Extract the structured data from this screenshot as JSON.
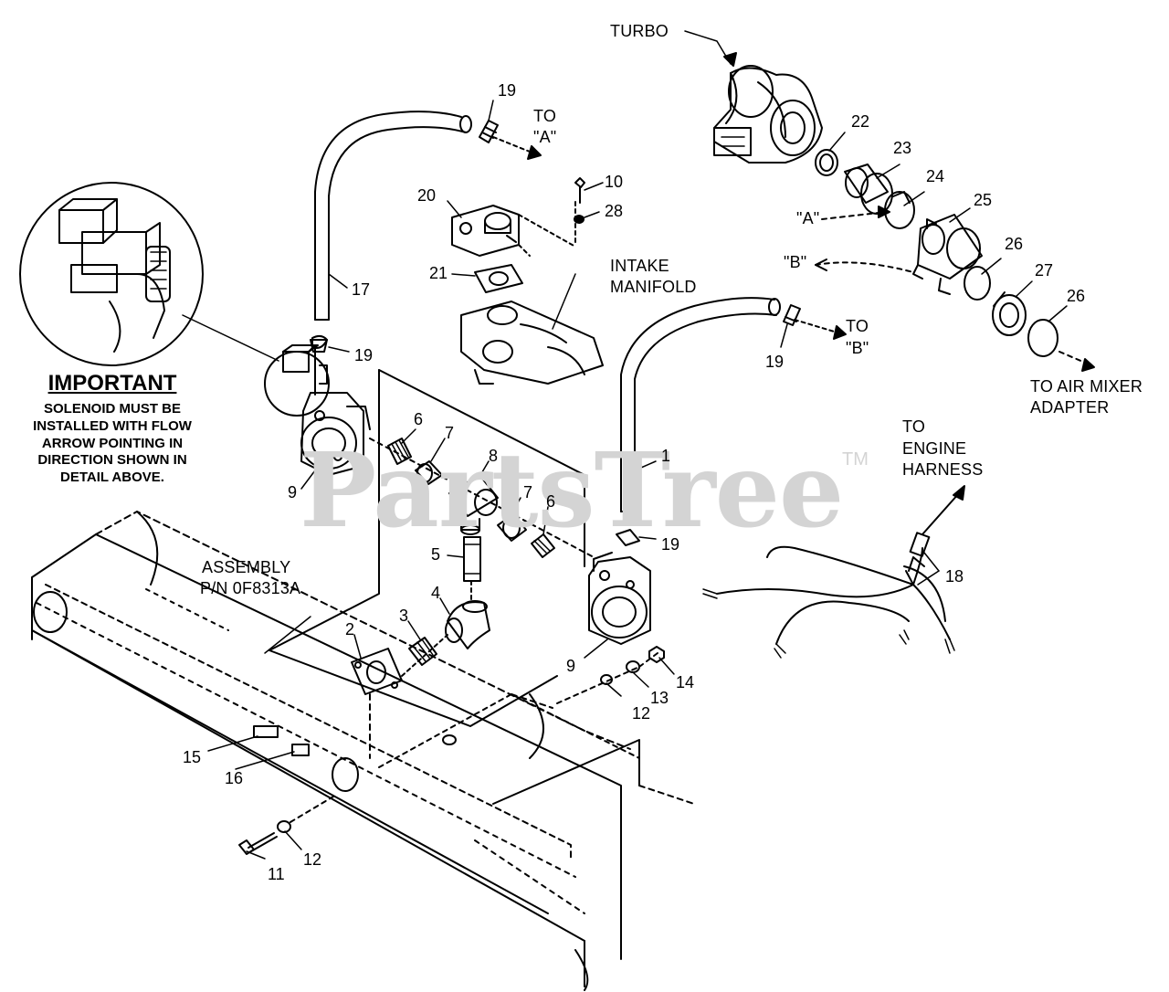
{
  "watermark": {
    "text": "PartsTree",
    "tm": "TM"
  },
  "note": {
    "heading": "IMPORTANT",
    "body": "SOLENOID MUST BE\nINSTALLED WITH FLOW\nARROW POINTING IN\nDIRECTION SHOWN IN\nDETAIL ABOVE."
  },
  "callouts": {
    "turbo": "TURBO",
    "intake_1": "INTAKE",
    "intake_2": "MANIFOLD",
    "to_a_1": "TO",
    "to_a_2": "\"A\"",
    "to_b_1": "TO",
    "to_b_2": "\"B\"",
    "a_in": "\"A\"",
    "b_in": "\"B\"",
    "air_mixer_1": "TO AIR MIXER",
    "air_mixer_2": "ADAPTER",
    "engine_1": "TO",
    "engine_2": "ENGINE",
    "engine_3": "HARNESS",
    "assembly_1": "ASSEMBLY",
    "assembly_2": "P/N 0F8313A"
  },
  "parts": {
    "p1": "1",
    "p2": "2",
    "p3": "3",
    "p4": "4",
    "p5": "5",
    "p6a": "6",
    "p6b": "6",
    "p7a": "7",
    "p7b": "7",
    "p8": "8",
    "p9a": "9",
    "p9b": "9",
    "p10": "10",
    "p11": "11",
    "p12a": "12",
    "p12b": "12",
    "p13": "13",
    "p14": "14",
    "p15": "15",
    "p16": "16",
    "p17": "17",
    "p18": "18",
    "p19a": "19",
    "p19b": "19",
    "p19c": "19",
    "p19d": "19",
    "p20": "20",
    "p21": "21",
    "p22": "22",
    "p23": "23",
    "p24": "24",
    "p25": "25",
    "p26a": "26",
    "p26b": "26",
    "p27": "27",
    "p28": "28"
  }
}
